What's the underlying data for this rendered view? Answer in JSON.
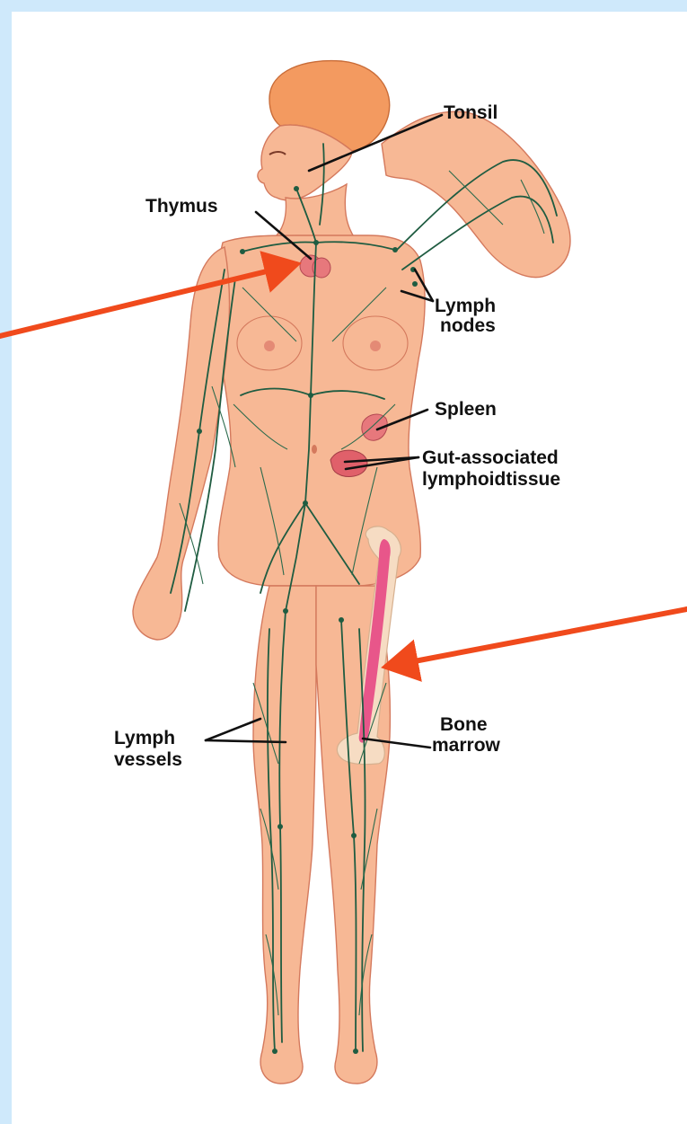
{
  "labels": {
    "tonsil": "Tonsil",
    "thymus": "Thymus",
    "lymph_nodes": [
      "Lymph",
      "nodes"
    ],
    "spleen": "Spleen",
    "galt": [
      "Gut-associated",
      "lymphoidtissue"
    ],
    "lymph_vessels": [
      "Lymph",
      "vessels"
    ],
    "bone_marrow": [
      "Bone",
      "marrow"
    ]
  },
  "colors": {
    "background_border": "#cfe9fb",
    "page": "#ffffff",
    "skin": "#f7b895",
    "hair": "#f39a60",
    "lymph_vessels": "#1f5c41",
    "organs": "#e7787c",
    "bone_marrow": "#e8568a",
    "pointer_arrows": "#f04a1c"
  }
}
